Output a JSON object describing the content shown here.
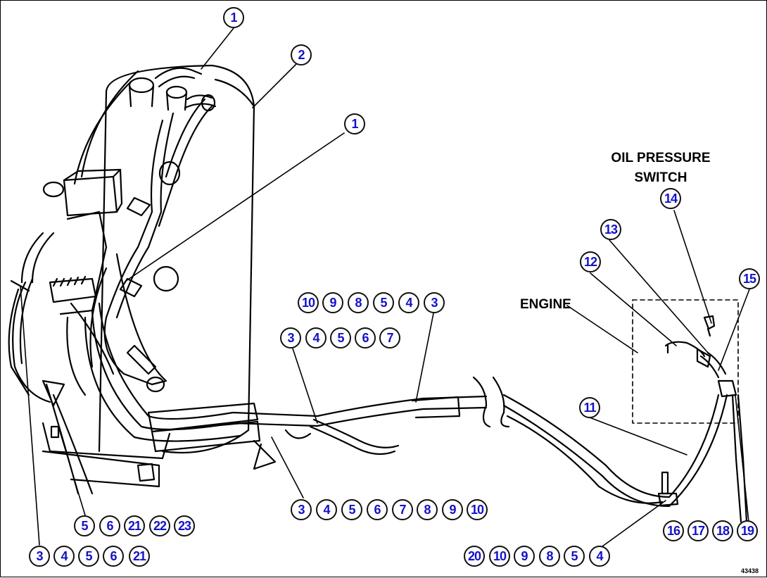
{
  "figure_number": "43438",
  "labels": {
    "oil_pressure_line1": "OIL PRESSURE",
    "oil_pressure_line2": "SWITCH",
    "engine": "ENGINE"
  },
  "callouts": {
    "a1": "1",
    "a2": "2",
    "a3": "1",
    "b1": "10",
    "b2": "9",
    "b3": "8",
    "b4": "5",
    "b5": "4",
    "b6": "3",
    "c1": "3",
    "c2": "4",
    "c3": "5",
    "c4": "6",
    "c5": "7",
    "d1": "14",
    "d2": "13",
    "d3": "12",
    "d4": "15",
    "d5": "11",
    "e1": "3",
    "e2": "4",
    "e3": "5",
    "e4": "6",
    "e5": "7",
    "e6": "8",
    "e7": "9",
    "e8": "10",
    "f1": "5",
    "f2": "6",
    "f3": "21",
    "f4": "22",
    "f5": "23",
    "g1": "3",
    "g2": "4",
    "g3": "5",
    "g4": "6",
    "g5": "21",
    "h1": "20",
    "h2": "10",
    "h3": "9",
    "h4": "8",
    "h5": "5",
    "h6": "4",
    "i1": "16",
    "i2": "17",
    "i3": "18",
    "i4": "19"
  },
  "colors": {
    "callout_text": "#1212c8",
    "line": "#000000"
  }
}
